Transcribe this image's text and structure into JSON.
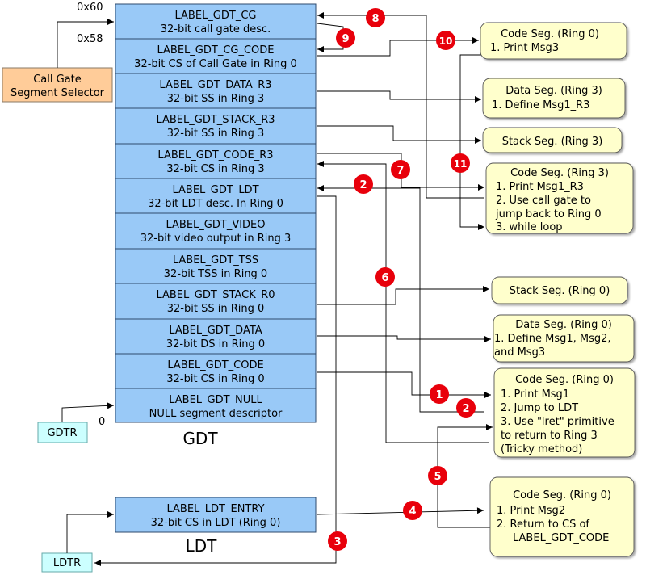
{
  "gdt": {
    "title": "GDT",
    "offset_top": "0x60",
    "offset_second": "0x58",
    "offset_zero": "0",
    "entries": [
      {
        "name": "LABEL_GDT_CG",
        "desc": "32-bit call gate desc."
      },
      {
        "name": "LABEL_GDT_CG_CODE",
        "desc": "32-bit CS of Call Gate in Ring 0"
      },
      {
        "name": "LABEL_GDT_DATA_R3",
        "desc": "32-bit SS in Ring 3"
      },
      {
        "name": "LABEL_GDT_STACK_R3",
        "desc": "32-bit SS in Ring 3"
      },
      {
        "name": "LABEL_GDT_CODE_R3",
        "desc": "32-bit CS in Ring 3"
      },
      {
        "name": "LABEL_GDT_LDT",
        "desc": "32-bit LDT desc. In Ring 0"
      },
      {
        "name": "LABEL_GDT_VIDEO",
        "desc": "32-bit video output in Ring 3"
      },
      {
        "name": "LABEL_GDT_TSS",
        "desc": "32-bit TSS in Ring 0"
      },
      {
        "name": "LABEL_GDT_STACK_R0",
        "desc": "32-bit SS in Ring 0"
      },
      {
        "name": "LABEL_GDT_DATA",
        "desc": "32-bit DS in Ring 0"
      },
      {
        "name": "LABEL_GDT_CODE",
        "desc": "32-bit CS in Ring 0"
      },
      {
        "name": "LABEL_GDT_NULL",
        "desc": "NULL segment descriptor"
      }
    ]
  },
  "ldt": {
    "title": "LDT",
    "entry_name": "LABEL_LDT_ENTRY",
    "entry_desc": "32-bit CS in LDT (Ring 0)"
  },
  "registers": {
    "gdtr": "GDTR",
    "ldtr": "LDTR",
    "selector_line1": "Call Gate",
    "selector_line2": "Segment Selector"
  },
  "segments": {
    "code_r0_top": {
      "lines": [
        "Code Seg. (Ring 0)",
        "1. Print Msg3"
      ]
    },
    "data_r3": {
      "lines": [
        "Data Seg. (Ring 3)",
        "1. Define Msg1_R3"
      ]
    },
    "stack_r3": {
      "lines": [
        "Stack Seg. (Ring 3)"
      ]
    },
    "code_r3": {
      "lines": [
        "Code Seg. (Ring 3)",
        "1. Print Msg1_R3",
        "2. Use call gate to",
        "jump back to Ring 0",
        "3. while loop"
      ]
    },
    "stack_r0": {
      "lines": [
        "Stack Seg. (Ring 0)"
      ]
    },
    "data_r0": {
      "lines": [
        "Data Seg. (Ring 0)",
        "1. Define Msg1, Msg2,",
        "and Msg3"
      ]
    },
    "code_r0_main": {
      "lines": [
        "Code Seg. (Ring 0)",
        "1. Print Msg1",
        "2. Jump to LDT",
        "3. Use \"lret\" primitive",
        "to return to Ring 3",
        "(Tricky method)"
      ]
    },
    "code_r0_ldt": {
      "lines": [
        "Code Seg. (Ring 0)",
        "1. Print Msg2",
        "2. Return to CS of",
        "LABEL_GDT_CODE"
      ]
    }
  },
  "steps": [
    "1",
    "2",
    "3",
    "4",
    "5",
    "6",
    "7",
    "8",
    "9",
    "10",
    "11",
    "2"
  ],
  "colors": {
    "descriptor_fill": "#99c9f7",
    "descriptor_stroke": "#2e4a6e",
    "register_fill": "#ccffff",
    "selector_fill": "#ffcc99",
    "note_fill": "#ffffcc",
    "step_fill": "#e8000b"
  }
}
